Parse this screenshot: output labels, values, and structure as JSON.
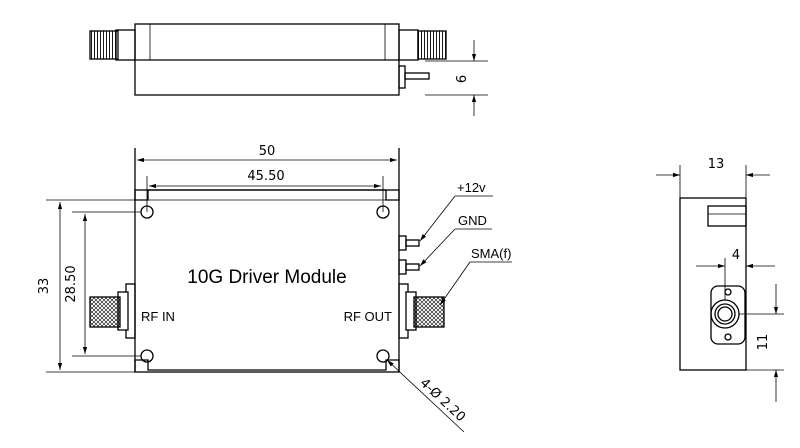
{
  "module_title": "10G Driver Module",
  "ports": {
    "rf_in": "RF IN",
    "rf_out": "RF OUT"
  },
  "callouts": {
    "power": "+12v",
    "ground": "GND",
    "connector": "SMA(f)"
  },
  "dimensions": {
    "length_overall": "50",
    "hole_spacing_x": "45.50",
    "height_overall": "33",
    "hole_spacing_y": "28.50",
    "hole_spec": "4-Ø 2.20",
    "side_thickness": "6",
    "end_width": "13",
    "end_connector_offset": "4",
    "end_connector_height": "11"
  },
  "colors": {
    "line": "#000000",
    "background": "#ffffff"
  }
}
